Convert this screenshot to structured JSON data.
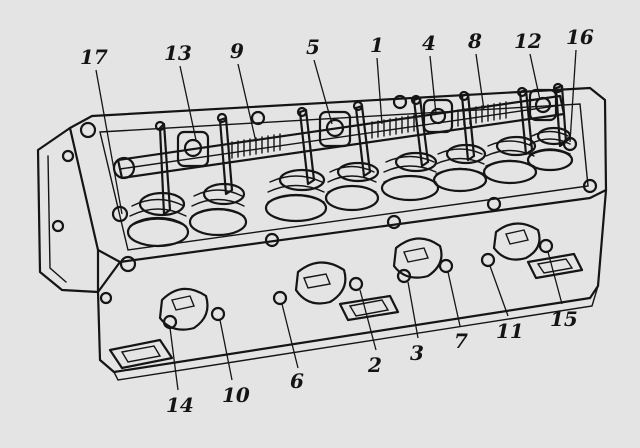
{
  "figure": {
    "callouts": [
      {
        "id": "c17",
        "text": "17"
      },
      {
        "id": "c13",
        "text": "13"
      },
      {
        "id": "c9",
        "text": "9"
      },
      {
        "id": "c5",
        "text": "5"
      },
      {
        "id": "c1",
        "text": "1"
      },
      {
        "id": "c4",
        "text": "4"
      },
      {
        "id": "c8",
        "text": "8"
      },
      {
        "id": "c12",
        "text": "12"
      },
      {
        "id": "c16",
        "text": "16"
      },
      {
        "id": "c14",
        "text": "14"
      },
      {
        "id": "c10",
        "text": "10"
      },
      {
        "id": "c6",
        "text": "6"
      },
      {
        "id": "c2",
        "text": "2"
      },
      {
        "id": "c3",
        "text": "3"
      },
      {
        "id": "c7",
        "text": "7"
      },
      {
        "id": "c11",
        "text": "11"
      },
      {
        "id": "c15",
        "text": "15"
      }
    ]
  },
  "colors": {
    "background": "#e4e4e4",
    "ink": "#151515"
  }
}
